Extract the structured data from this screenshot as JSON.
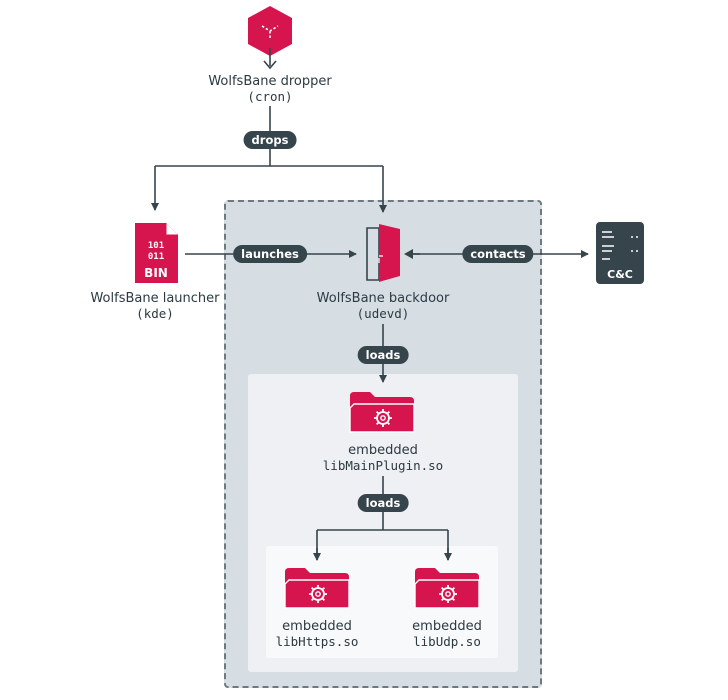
{
  "nodes": {
    "dropper": {
      "name": "WolfsBane dropper",
      "sub": "(cron)"
    },
    "launcher": {
      "name": "WolfsBane launcher",
      "sub": "(kde)",
      "icon_text": "BIN",
      "icon_bits_top": "101",
      "icon_bits_bottom": "011"
    },
    "backdoor": {
      "name": "WolfsBane backdoor",
      "sub": "(udevd)"
    },
    "cnc": {
      "icon_text": "C&C"
    },
    "main_plugin": {
      "name": "embedded",
      "sub": "libMainPlugin.so"
    },
    "https_plugin": {
      "name": "embedded",
      "sub": "libHttps.so"
    },
    "udp_plugin": {
      "name": "embedded",
      "sub": "libUdp.so"
    }
  },
  "edges": {
    "drops": "drops",
    "launches": "launches",
    "contacts": "contacts",
    "loads_main": "loads",
    "loads_plugins": "loads"
  },
  "colors": {
    "accent": "#d6154f",
    "dark": "#36444c",
    "region": "#d6dee4"
  }
}
